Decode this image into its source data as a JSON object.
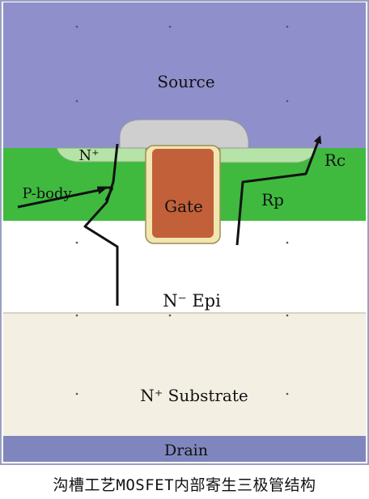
{
  "diagram": {
    "labels": {
      "source": "Source",
      "n_plus_top": "N⁺",
      "rc": "Rc",
      "p_body": "P-body",
      "gate": "Gate",
      "rp": "Rp",
      "n_epi": "N⁻ Epi",
      "n_substrate": "N⁺ Substrate",
      "drain": "Drain"
    },
    "colors": {
      "source": "#8f8fcc",
      "p_body": "#3fba3f",
      "n_region": "#b6e3a7",
      "gate": "#c2603a",
      "gate_border": "#f1e6b0",
      "oxide_cap": "#cfcfcf",
      "epi": "#ffffff",
      "substrate": "#f3efe3",
      "drain": "#7f86be",
      "arrow": "#111111"
    }
  },
  "caption": "沟槽工艺MOSFET内部寄生三极管结构"
}
